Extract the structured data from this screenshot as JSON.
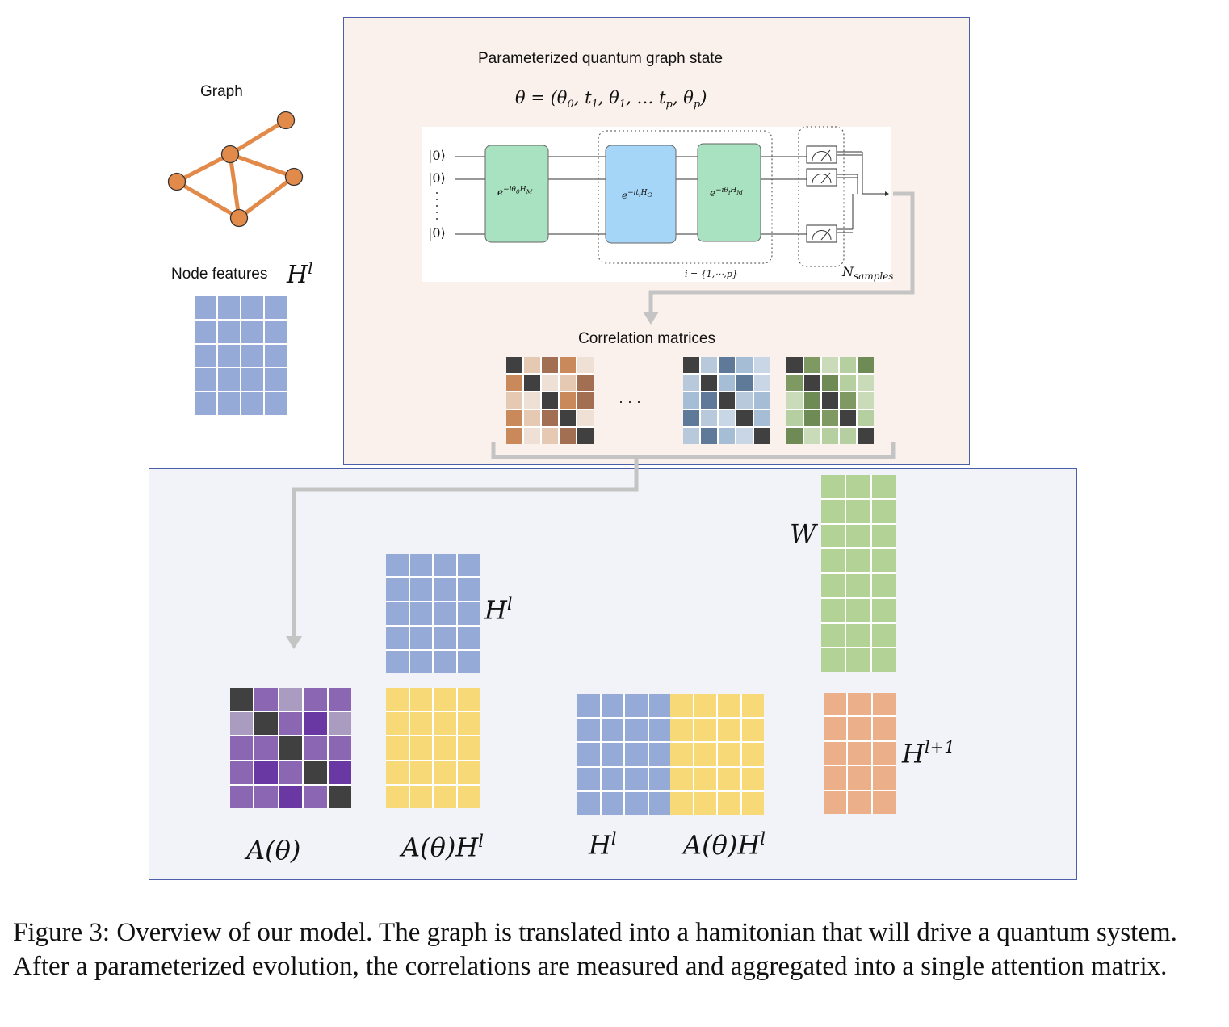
{
  "graph": {
    "title": "Graph",
    "node_features_label": "Node features",
    "node_features_symbol": "H",
    "node_features_sup": "l"
  },
  "quantum": {
    "title": "Parameterized quantum graph state",
    "theta_eq": "θ = (θ",
    "theta_rest": "0, t1, θ1, … tp, θp)",
    "kets": [
      "|0⟩",
      "|0⟩",
      "|0⟩"
    ],
    "gates": [
      "e−iθ0HM",
      "e−itiHG",
      "e−iθiHM"
    ],
    "repeat_label": "i = {1,⋯,p}",
    "samples_label": "N",
    "samples_sub": "samples"
  },
  "correlation": {
    "title": "Correlation matrices",
    "ellipsis": "· · ·"
  },
  "bottom": {
    "W": "W",
    "H_top": "H",
    "H_top_sup": "l",
    "H_next": "H",
    "H_next_sup": "l+1",
    "label_A": "A(θ)",
    "label_AH_base": "A(θ)H",
    "label_AH_sup": "l",
    "label_H_base": "H",
    "label_H_sup": "l",
    "label_AH2_base": "A(θ)H",
    "label_AH2_sup": "l"
  },
  "caption": "Figure 3: Overview of our model. The graph is translated into a hamitonian that will drive a quantum system. After a parameterized evolution, the correlations are measured and aggregated into a single attention matrix.",
  "colors": {
    "blue": "#96aad8",
    "yellow": "#f8d978",
    "green": "#b3d295",
    "orange": "#ebb08a",
    "node": "#e28a4a",
    "edge": "#e28a4a",
    "gate_green": "#a8e2c0",
    "gate_blue": "#a5d6f8",
    "arrow": "#c4c4c4"
  }
}
